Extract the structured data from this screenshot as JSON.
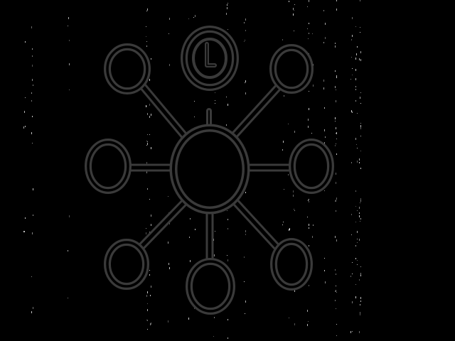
{
  "colors": {
    "background": "#000000",
    "stroke_outer": "#3a3a3a",
    "stroke_inner": "#000000",
    "noise": "#d8d8d8"
  },
  "diagram": {
    "type": "hub-and-spoke",
    "hub": {
      "id": "hub",
      "icon": "circle-node-icon"
    },
    "top_node": {
      "id": "clock",
      "icon": "clock-icon"
    },
    "nodes": [
      {
        "id": "node-top-left",
        "icon": "circle-node-icon"
      },
      {
        "id": "node-top-right",
        "icon": "circle-node-icon"
      },
      {
        "id": "node-left",
        "icon": "circle-node-icon"
      },
      {
        "id": "node-right",
        "icon": "circle-node-icon"
      },
      {
        "id": "node-bottom-left",
        "icon": "circle-node-icon"
      },
      {
        "id": "node-bottom",
        "icon": "circle-node-icon"
      },
      {
        "id": "node-bottom-right",
        "icon": "circle-node-icon"
      }
    ],
    "edge_count": 8
  }
}
